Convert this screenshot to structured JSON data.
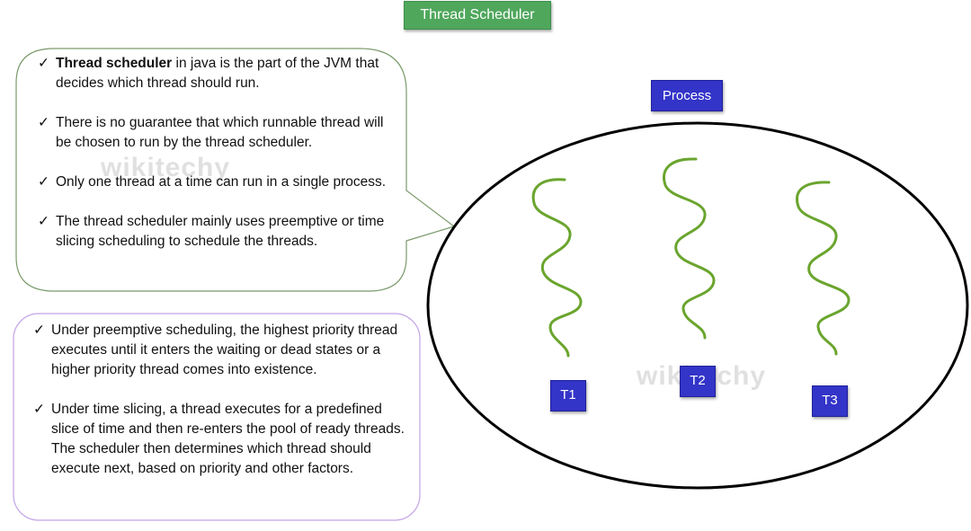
{
  "title": "Thread Scheduler",
  "colors": {
    "title_bg": "#4fa75c",
    "label_bg": "#3334c8",
    "thread_line": "#6aa52e",
    "box1_border": "#7a9a6a",
    "box2_border": "#c2a3e6"
  },
  "box1": {
    "items": [
      {
        "bold": "Thread scheduler",
        "text": " in java is the part of the JVM that decides which thread should run."
      },
      {
        "bold": "",
        "text": "There is no guarantee that which runnable thread will be chosen to run by the thread scheduler."
      },
      {
        "bold": "",
        "text": "Only one thread at a time can run in a single process."
      },
      {
        "bold": "",
        "text": "The thread scheduler mainly uses preemptive or time slicing scheduling to schedule the threads."
      }
    ]
  },
  "box2": {
    "items": [
      {
        "text": "Under preemptive scheduling, the highest priority thread executes until it enters the waiting or dead states or a higher priority thread comes into existence."
      },
      {
        "text": "Under time slicing, a thread executes for a predefined slice of time and then re-enters the pool of ready threads. The scheduler then determines which thread should execute next, based on priority and other factors."
      }
    ]
  },
  "process_label": "Process",
  "threads": [
    "T1",
    "T2",
    "T3"
  ],
  "check_mark": "✓",
  "watermark": "wikitechy"
}
